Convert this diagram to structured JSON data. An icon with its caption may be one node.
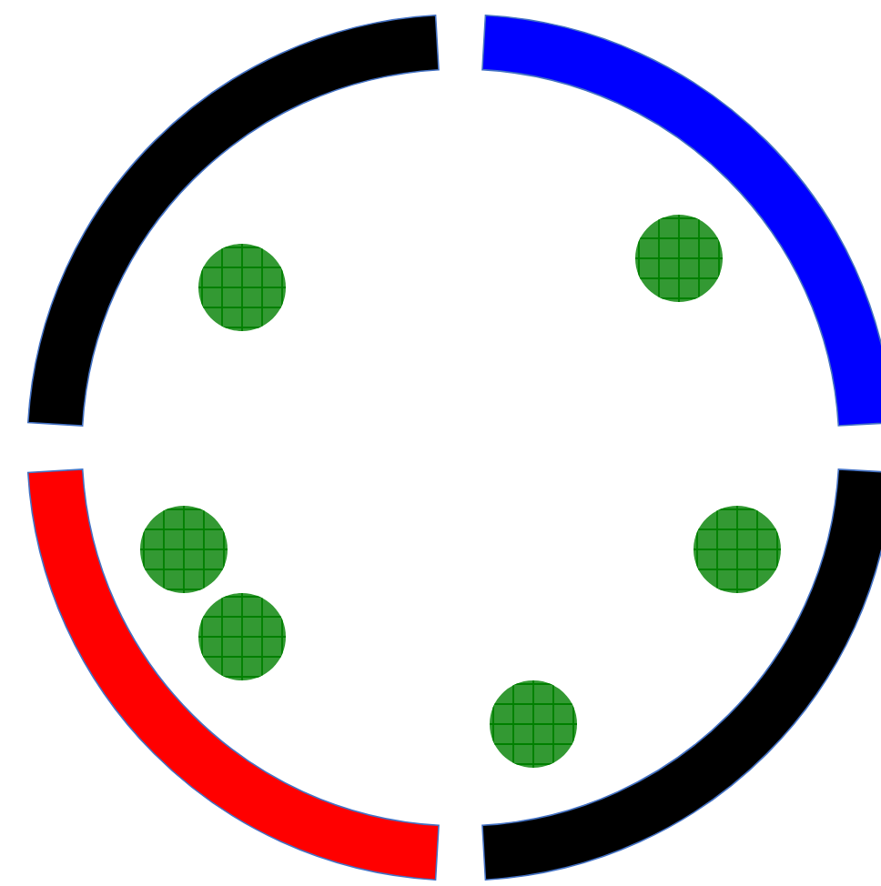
{
  "diagram": {
    "nodes": [
      {
        "text": [],
        "shape": "arc"
      },
      {
        "text": [],
        "shape": "arc"
      },
      {
        "text": [],
        "shape": "arc"
      },
      {
        "text": [],
        "shape": "arc"
      },
      {
        "text": [],
        "shape": "circle"
      },
      {
        "text": [],
        "shape": "circle"
      },
      {
        "text": [],
        "shape": "circle"
      },
      {
        "text": [],
        "shape": "circle"
      },
      {
        "text": [],
        "shape": "circle"
      },
      {
        "text": [],
        "shape": "circle"
      }
    ]
  }
}
